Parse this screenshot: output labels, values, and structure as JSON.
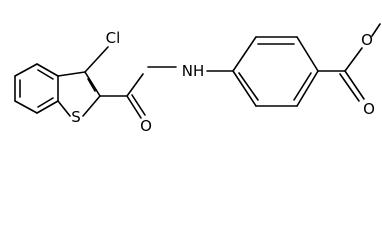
{
  "atoms": {
    "chlorine": "Cl",
    "sulfur": "S",
    "nitrogen_hydrogen": "NH",
    "amide_oxygen": "O",
    "ester_carbonyl_oxygen": "O",
    "ester_ether_oxygen": "O"
  },
  "colors": {
    "bond": "#000000",
    "label": "#000000",
    "background": "#ffffff"
  }
}
